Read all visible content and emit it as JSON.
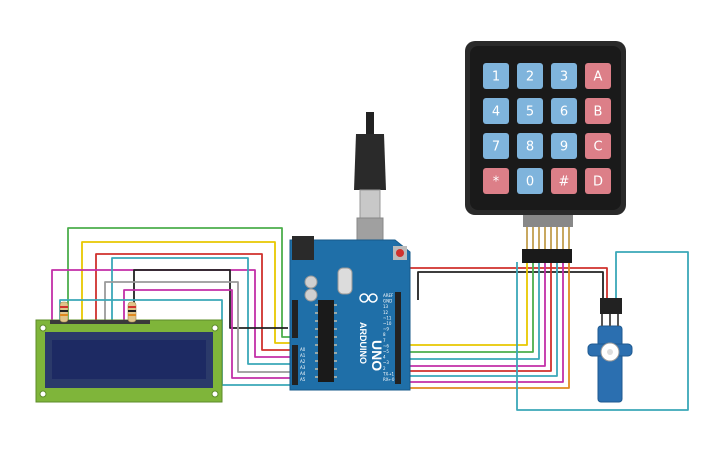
{
  "keypad": {
    "keys": [
      {
        "label": "1",
        "kind": "digit"
      },
      {
        "label": "2",
        "kind": "digit"
      },
      {
        "label": "3",
        "kind": "digit"
      },
      {
        "label": "A",
        "kind": "letter"
      },
      {
        "label": "4",
        "kind": "digit"
      },
      {
        "label": "5",
        "kind": "digit"
      },
      {
        "label": "6",
        "kind": "digit"
      },
      {
        "label": "B",
        "kind": "letter"
      },
      {
        "label": "7",
        "kind": "digit"
      },
      {
        "label": "8",
        "kind": "digit"
      },
      {
        "label": "9",
        "kind": "digit"
      },
      {
        "label": "C",
        "kind": "letter"
      },
      {
        "label": "*",
        "kind": "letter"
      },
      {
        "label": "0",
        "kind": "digit"
      },
      {
        "label": "#",
        "kind": "letter"
      },
      {
        "label": "D",
        "kind": "letter"
      }
    ]
  },
  "arduino": {
    "model": "UNO",
    "brand": "ARDUINO",
    "analog_labels": [
      "A0",
      "A1",
      "A2",
      "A3",
      "A4",
      "A5"
    ],
    "digital_labels": [
      "AREF",
      "GND",
      "13",
      "12",
      "~11",
      "~10",
      "~9",
      "8",
      "7",
      "~6",
      "~5",
      "4",
      "~3",
      "2",
      "TX→1",
      "RX←0"
    ]
  },
  "colors": {
    "board": "#1f6fa8",
    "lcd_pcb": "#7fb53a",
    "lcd_screen": "#1d2a63",
    "keypad_body": "#2a2a2a",
    "key_digit": "#7fb4dc",
    "key_letter": "#dc7f88",
    "servo": "#2b6fb0",
    "wire_red": "#d0312d",
    "wire_green": "#4cae4c",
    "wire_yellow": "#e8c800",
    "wire_magenta": "#c22fa8",
    "wire_teal": "#3aa8b8",
    "wire_black": "#222222",
    "wire_orange": "#e08a20",
    "wire_gray": "#9a9a9a"
  }
}
